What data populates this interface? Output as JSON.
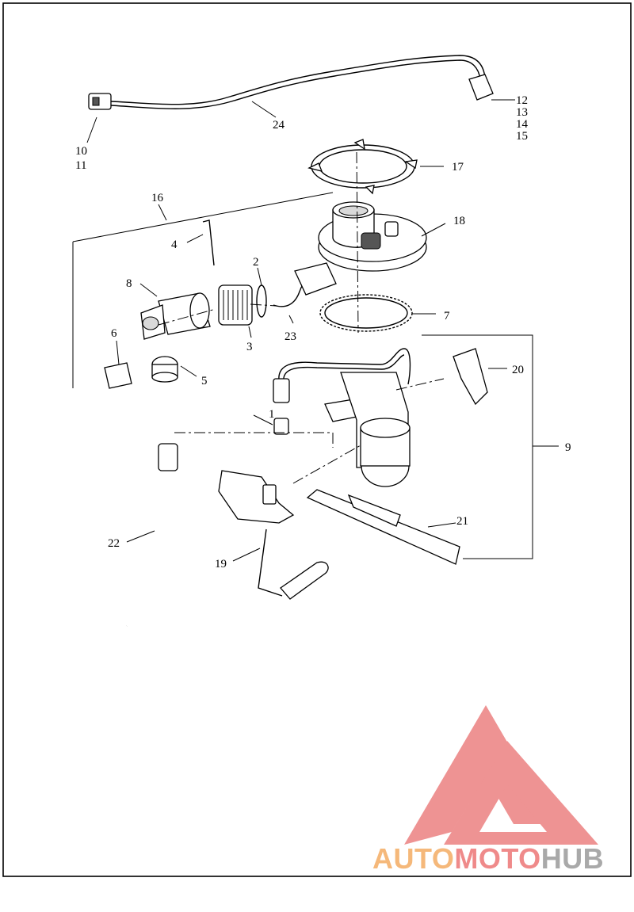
{
  "callouts": [
    {
      "id": "c1",
      "label": "1"
    },
    {
      "id": "c2",
      "label": "2"
    },
    {
      "id": "c3",
      "label": "3"
    },
    {
      "id": "c4",
      "label": "4"
    },
    {
      "id": "c5",
      "label": "5"
    },
    {
      "id": "c6",
      "label": "6"
    },
    {
      "id": "c7",
      "label": "7"
    },
    {
      "id": "c8",
      "label": "8"
    },
    {
      "id": "c9",
      "label": "9"
    },
    {
      "id": "c10",
      "label": "10"
    },
    {
      "id": "c11",
      "label": "11"
    },
    {
      "id": "c12",
      "label": "12"
    },
    {
      "id": "c13",
      "label": "13"
    },
    {
      "id": "c14",
      "label": "14"
    },
    {
      "id": "c15",
      "label": "15"
    },
    {
      "id": "c16",
      "label": "16"
    },
    {
      "id": "c17",
      "label": "17"
    },
    {
      "id": "c18",
      "label": "18"
    },
    {
      "id": "c19",
      "label": "19"
    },
    {
      "id": "c20",
      "label": "20"
    },
    {
      "id": "c21",
      "label": "21"
    },
    {
      "id": "c22",
      "label": "22"
    },
    {
      "id": "c23",
      "label": "23"
    },
    {
      "id": "c24",
      "label": "24"
    }
  ],
  "watermark": {
    "part1": "AUTO",
    "part2": "MOTO",
    "part3": "HUB",
    "color_auto": "#f5b87a",
    "color_moto": "#ef8a8a",
    "color_hub": "#a9a9a9",
    "logo_color": "#ee8e8e"
  },
  "colors": {
    "line": "#000000",
    "background": "#ffffff"
  }
}
